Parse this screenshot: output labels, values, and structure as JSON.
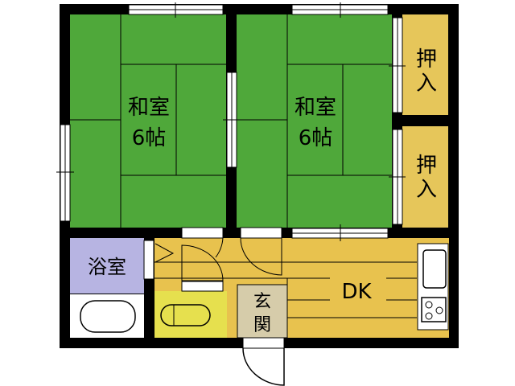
{
  "plan": {
    "room1": {
      "name": "和室",
      "size": "6帖"
    },
    "room2": {
      "name": "和室",
      "size": "6帖"
    },
    "closet1": {
      "name_line1": "押",
      "name_line2": "入"
    },
    "closet2": {
      "name_line1": "押",
      "name_line2": "入"
    },
    "bath": {
      "name": "浴室"
    },
    "dk": {
      "name": "DK"
    },
    "entrance": {
      "name_line1": "玄",
      "name_line2": "関"
    }
  },
  "colors": {
    "wall": "#000000",
    "tatami": "#4fa83a",
    "closet": "#e6c65a",
    "floor": "#e8c24e",
    "bath": "#b7b4e2",
    "toilet": "#e6e04e",
    "entrance": "#d6ccaa"
  }
}
